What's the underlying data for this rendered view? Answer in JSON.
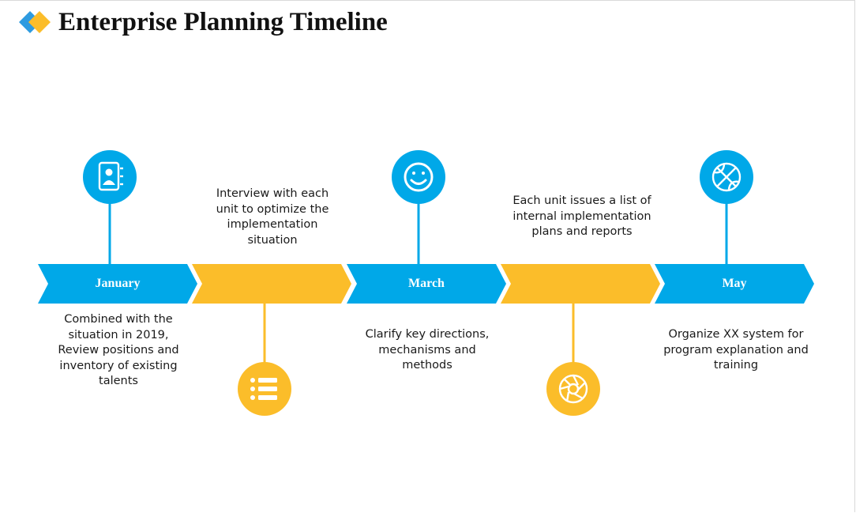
{
  "title": "Enterprise Planning Timeline",
  "colors": {
    "blue": "#00a8e8",
    "yellow": "#fbbd2a",
    "text": "#1a1a1a"
  },
  "stages": [
    {
      "label": "January",
      "color": "blue",
      "position": "top",
      "icon": "contact-book-icon",
      "description": "Combined with the situation in 2019, Review positions and inventory of existing talents"
    },
    {
      "label": "",
      "color": "yellow",
      "position": "bottom",
      "icon": "list-icon",
      "description": "Interview with each unit to optimize the implementation situation"
    },
    {
      "label": "March",
      "color": "blue",
      "position": "top",
      "icon": "smiley-face-icon",
      "description": "Clarify key directions, mechanisms and methods"
    },
    {
      "label": "",
      "color": "yellow",
      "position": "bottom",
      "icon": "aperture-icon",
      "description": "Each unit issues a list of internal implementation plans and reports"
    },
    {
      "label": "May",
      "color": "blue",
      "position": "top",
      "icon": "basketball-icon",
      "description": "Organize XX system for program explanation and training"
    }
  ]
}
